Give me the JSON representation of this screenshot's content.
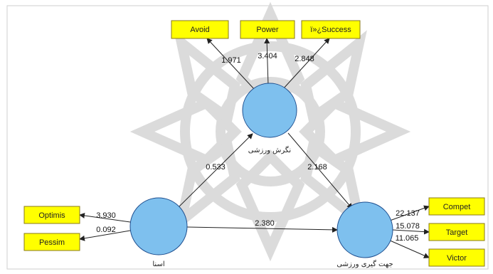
{
  "colors": {
    "indicator_fill": "#ffff00",
    "indicator_stroke": "#8a7a1a",
    "construct_fill": "#7ec0ee",
    "construct_stroke": "#1f4f8f",
    "arrow": "#222222",
    "watermark": "#d8d8d8",
    "canvas_border": "#cfcfcf"
  },
  "constructs": {
    "top": {
      "label": "نگرش ورزشی"
    },
    "left": {
      "label": "اسنا"
    },
    "right": {
      "label": "جهت گیری ورزشی"
    }
  },
  "indicators": {
    "avoid": "Avoid",
    "power": "Power",
    "success": "ï»¿Success",
    "optimis": "Optimis",
    "pessim": "Pessim",
    "compet": "Compet",
    "target": "Target",
    "victor": "Victor"
  },
  "path_values": {
    "top_avoid": "1.971",
    "top_power": "3.404",
    "top_success": "2.848",
    "left_top": "0.533",
    "top_right": "2.168",
    "left_right": "2.380",
    "left_optimis": "3.930",
    "left_pessim": "0.092",
    "right_compet": "22.137",
    "right_target": "15.078",
    "right_victor": "11.065"
  }
}
